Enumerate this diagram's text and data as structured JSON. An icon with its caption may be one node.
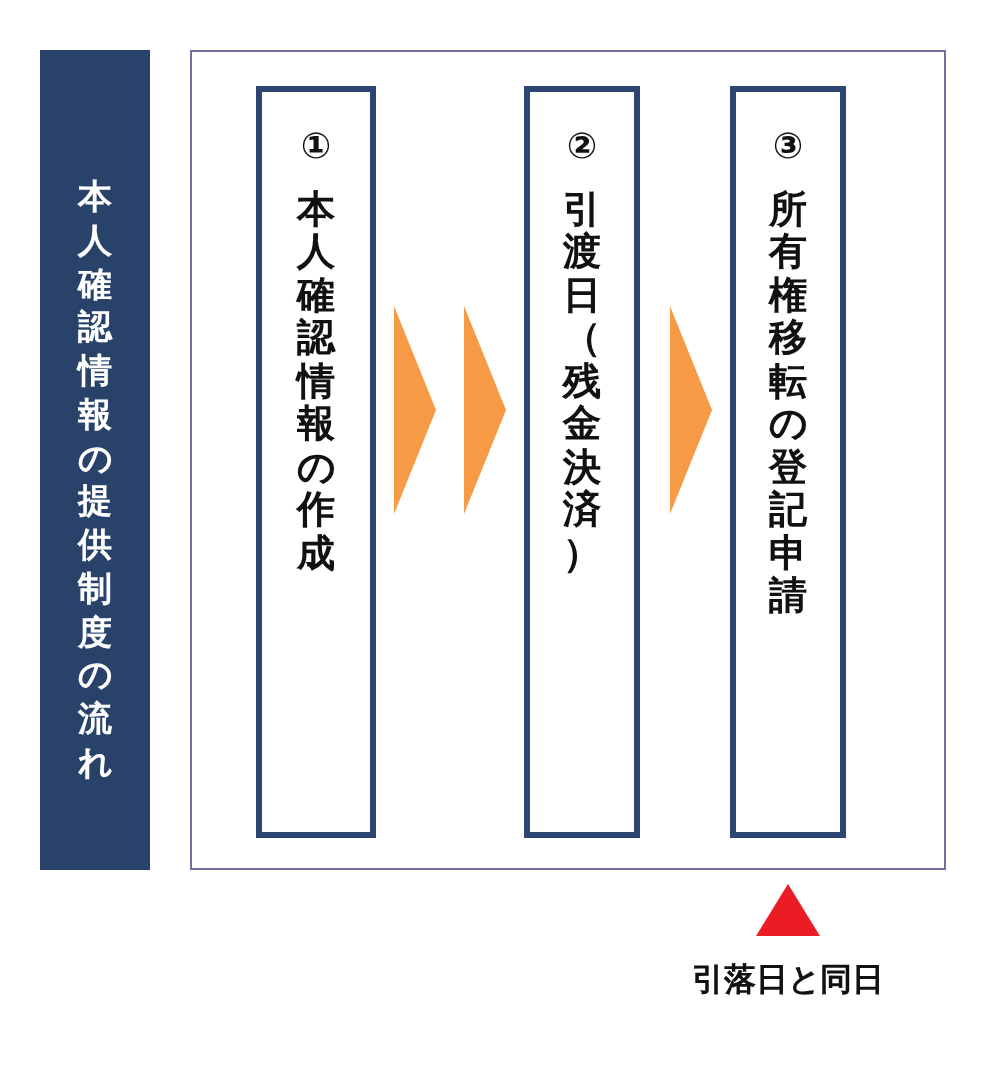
{
  "diagram": {
    "nodes": [
      {
        "text": [
          "本人確認情報の提供制度の流れ"
        ]
      },
      {
        "text": [],
        "shape": "box"
      },
      {
        "text": [
          "①",
          "本人確認情報の作成"
        ],
        "in": 1
      },
      {
        "text": [
          "②",
          "引渡日（残金決済）"
        ],
        "in": 1
      },
      {
        "text": [
          "③",
          "所有権移転の登記申請"
        ],
        "in": 1
      }
    ],
    "edges": [
      {
        "from": 2,
        "to": 3,
        "arrow": "to"
      },
      {
        "from": 3,
        "to": 4,
        "arrow": "to"
      }
    ],
    "labels": [
      "引落日と同日"
    ]
  }
}
